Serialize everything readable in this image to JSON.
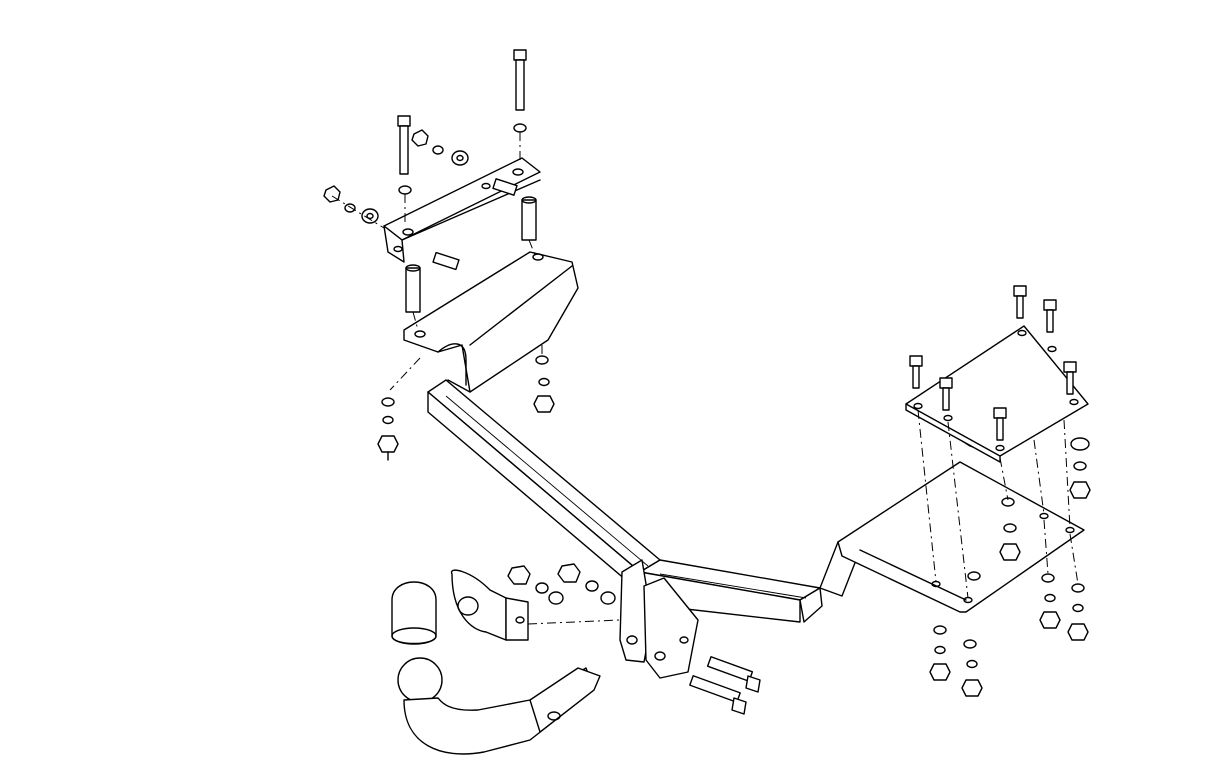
{
  "diagram": {
    "parts": [
      {
        "name": "tow-bar-crossbeam"
      },
      {
        "name": "left-mounting-arm"
      },
      {
        "name": "left-top-bracket"
      },
      {
        "name": "right-mounting-arm"
      },
      {
        "name": "right-mounting-plate"
      },
      {
        "name": "tow-ball"
      },
      {
        "name": "ball-cover-cap"
      },
      {
        "name": "socket-plate"
      },
      {
        "name": "ball-mount-receiver"
      }
    ],
    "style": {
      "stroke": "#000000",
      "background": "#ffffff"
    }
  }
}
